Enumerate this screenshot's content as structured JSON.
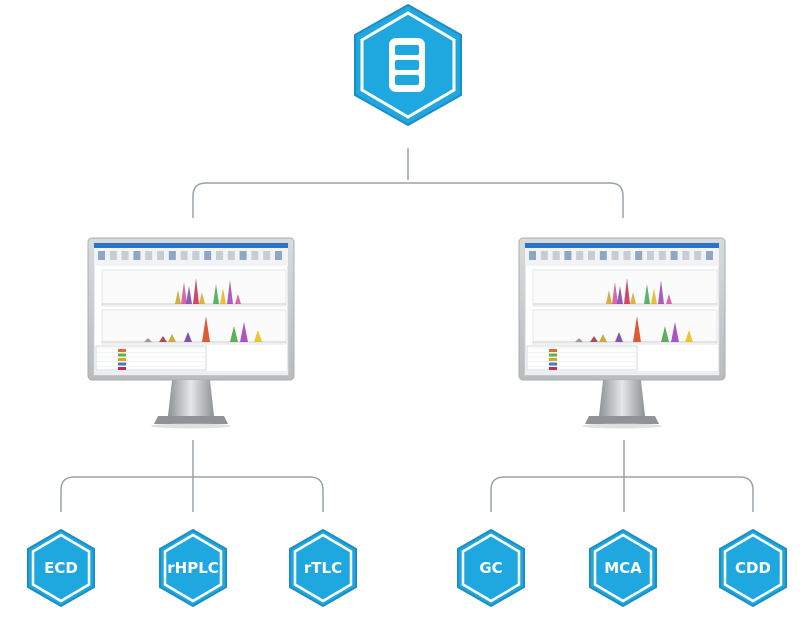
{
  "colors": {
    "hex_fill": "#1fa8df",
    "hex_border": "#1b8fc4",
    "connector": "#9aa3a8",
    "label": "#ffffff",
    "screen_bezel": "#c9ccce",
    "stand": "#b8bcbf"
  },
  "root": {
    "icon": "server-stack-icon"
  },
  "monitors": [
    {
      "id": "left",
      "content": "chromatogram-software-window"
    },
    {
      "id": "right",
      "content": "chromatogram-software-window"
    }
  ],
  "left_group": [
    {
      "label": "ECD"
    },
    {
      "label": "rHPLC"
    },
    {
      "label": "rTLC"
    }
  ],
  "right_group": [
    {
      "label": "GC"
    },
    {
      "label": "MCA"
    },
    {
      "label": "CDD"
    }
  ]
}
